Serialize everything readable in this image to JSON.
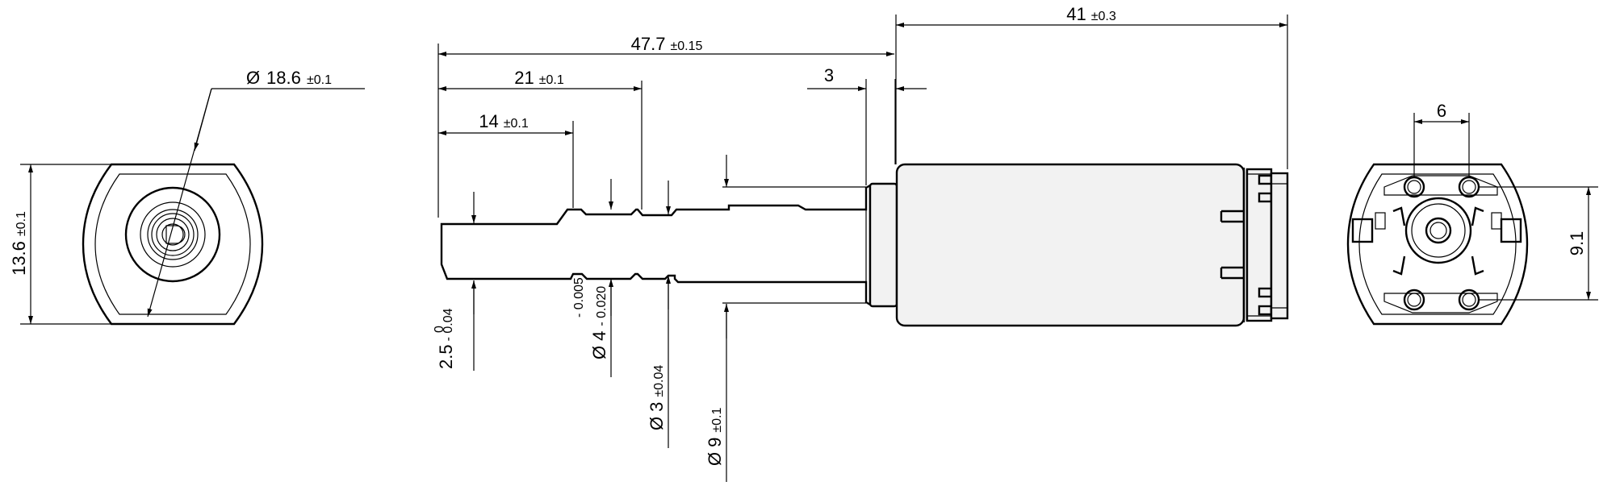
{
  "dimensions": {
    "diameter_outer": {
      "symbol": "Ø",
      "value": "18.6",
      "tol": "±0.1"
    },
    "height_front": {
      "value": "13.6",
      "tol": "±0.1"
    },
    "total_length": {
      "value": "47.7",
      "tol": "±0.15"
    },
    "len_21": {
      "value": "21",
      "tol": "±0.1"
    },
    "len_14": {
      "value": "14",
      "tol": "±0.1"
    },
    "len_3": {
      "value": "3"
    },
    "len_41": {
      "value": "41",
      "tol": "±0.3"
    },
    "flat_25": {
      "value": "2.5",
      "tol_upper": "0",
      "tol_lower": "- 0.04"
    },
    "dia_4": {
      "symbol": "Ø",
      "value": "4",
      "tol_upper": "- 0.005",
      "tol_lower": "- 0.020"
    },
    "dia_3": {
      "symbol": "Ø",
      "value": "3",
      "tol": "±0.04"
    },
    "dia_9": {
      "symbol": "Ø",
      "value": "9",
      "tol": "±0.1"
    },
    "spacing_6": {
      "value": "6"
    },
    "height_91": {
      "value": "9.1"
    }
  },
  "colors": {
    "line": "#000000",
    "body_fill": "#f2f2f2",
    "background": "#ffffff"
  }
}
